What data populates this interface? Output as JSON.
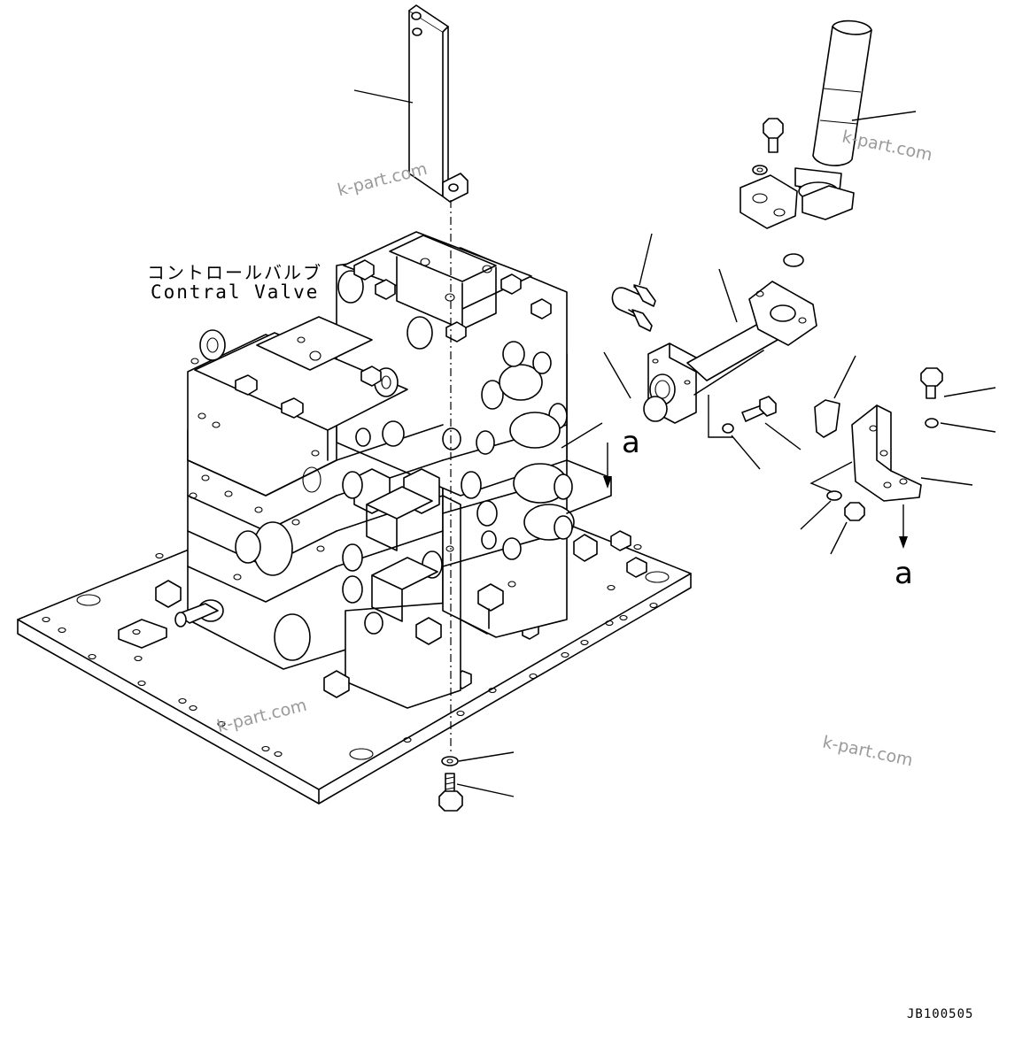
{
  "diagram": {
    "label_jp": "コントロールバルブ",
    "label_en": "Contral Valve",
    "view_marker": "a",
    "view_marker_target": "a",
    "drawing_code": "JB100505",
    "watermarks": [
      "k-part.com",
      "k-part.com",
      "k-part.com",
      "k-part.com"
    ]
  }
}
